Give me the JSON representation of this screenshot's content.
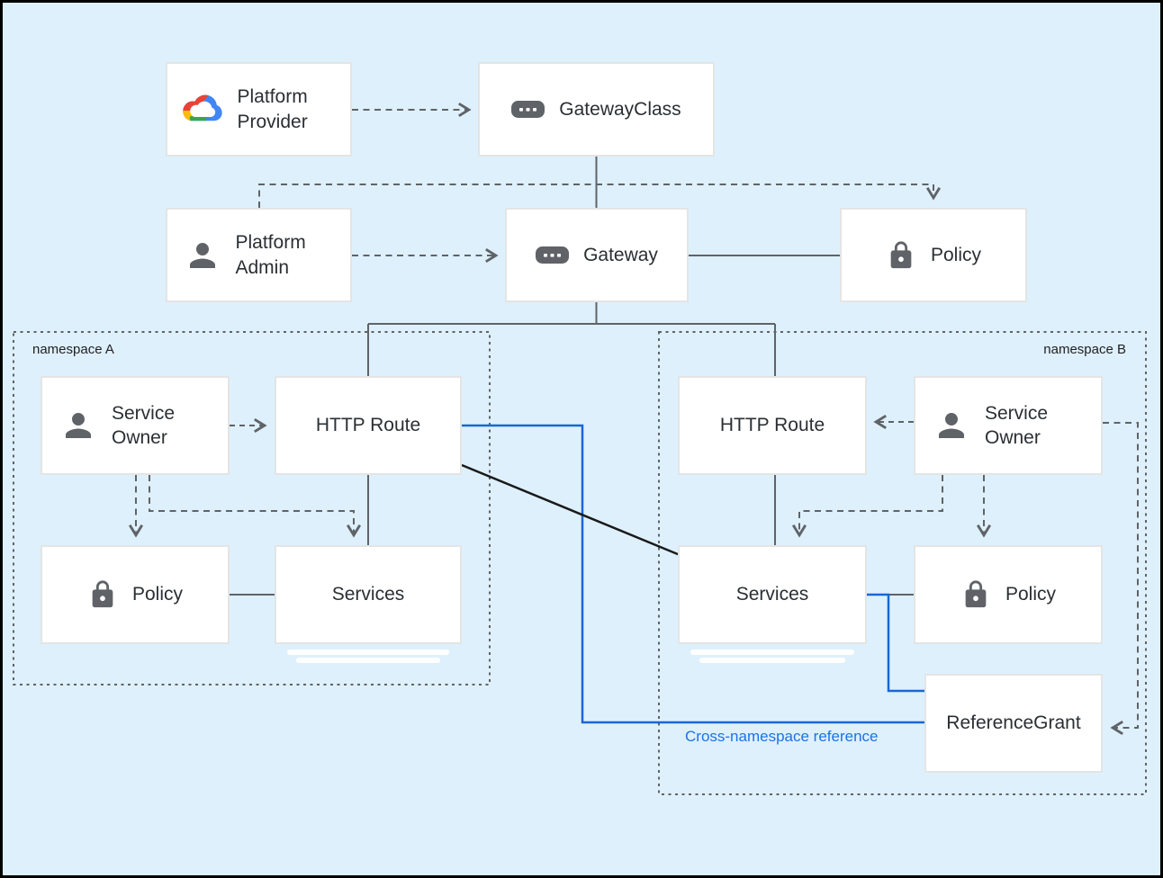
{
  "colors": {
    "background": "#def0fc",
    "box_fill": "#ffffff",
    "box_border": "#e3e5e4",
    "line_gray": "#5f6368",
    "cross_namespace_blue": "#1967d2",
    "annotation_blue": "#1a73e8",
    "direct_reference_black": "#1a1a1a",
    "icon_gray": "#5f6368"
  },
  "nodes": {
    "platform_provider": {
      "label": "Platform Provider",
      "icon": "google-cloud-icon"
    },
    "gateway_class": {
      "label": "GatewayClass",
      "icon": "resource-chip-icon"
    },
    "platform_admin": {
      "label": "Platform Admin",
      "icon": "person-icon"
    },
    "gateway": {
      "label": "Gateway",
      "icon": "resource-chip-icon"
    },
    "policy_root": {
      "label": "Policy",
      "icon": "lock-icon"
    },
    "service_owner_a": {
      "label": "Service Owner",
      "icon": "person-icon"
    },
    "http_route_a": {
      "label": "HTTP Route"
    },
    "policy_a": {
      "label": "Policy",
      "icon": "lock-icon"
    },
    "services_a": {
      "label": "Services"
    },
    "http_route_b": {
      "label": "HTTP Route"
    },
    "service_owner_b": {
      "label": "Service Owner",
      "icon": "person-icon"
    },
    "services_b": {
      "label": "Services"
    },
    "policy_b": {
      "label": "Policy",
      "icon": "lock-icon"
    },
    "reference_grant": {
      "label": "ReferenceGrant"
    }
  },
  "namespaces": {
    "a": {
      "label": "namespace A"
    },
    "b": {
      "label": "namespace B"
    }
  },
  "annotations": {
    "cross_namespace": {
      "label": "Cross-namespace reference"
    }
  }
}
